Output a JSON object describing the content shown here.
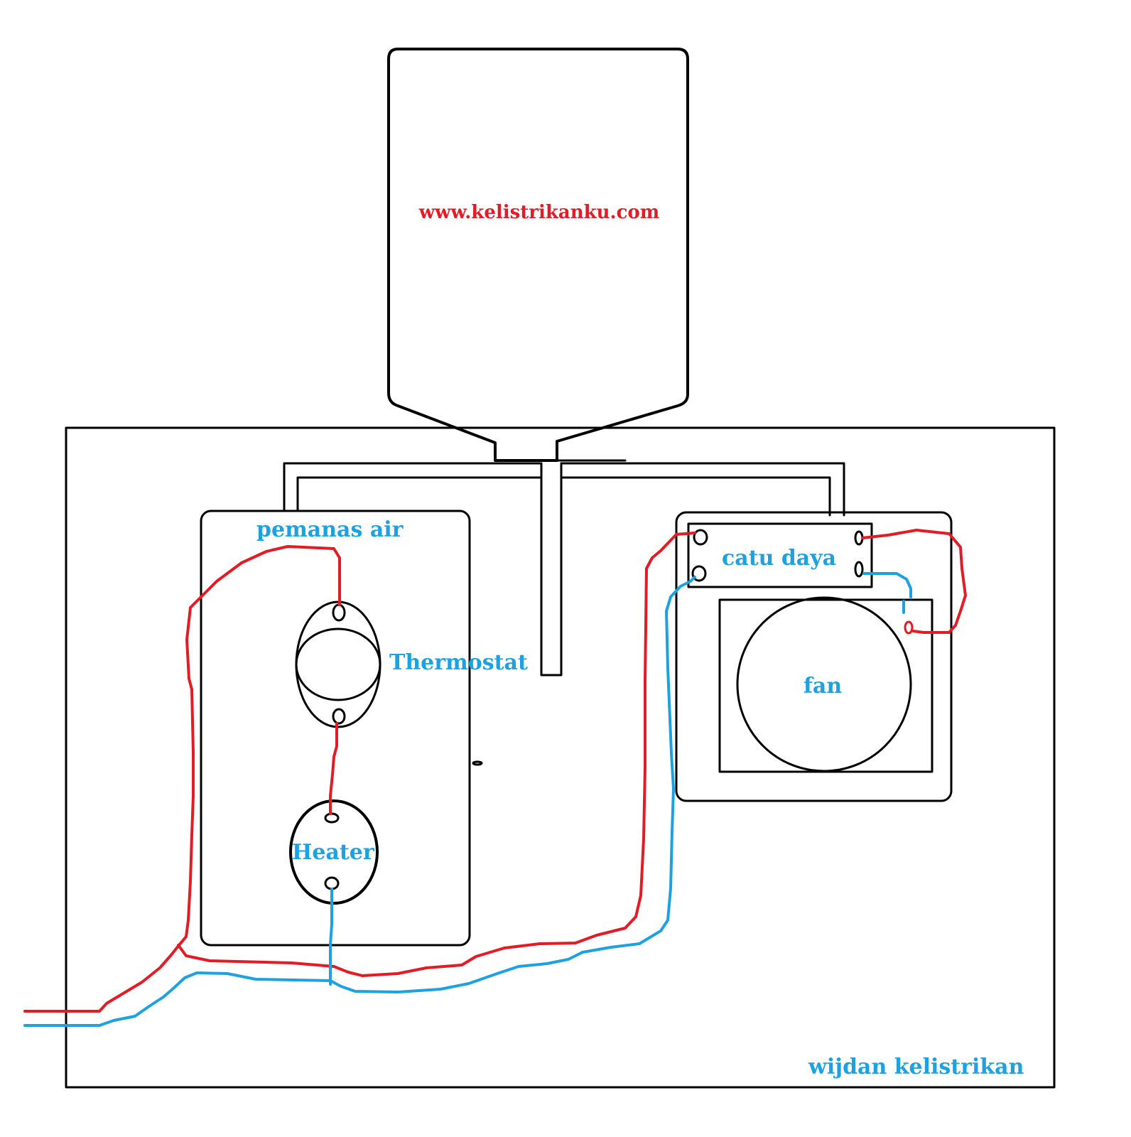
{
  "watermark": "www.kelistrikanku.com",
  "labels": {
    "water_heater": "pemanas air",
    "thermostat": "Thermostat",
    "heater": "Heater",
    "power_supply": "catu daya",
    "fan": "fan",
    "credit": "wijdan kelistrikan"
  },
  "colors": {
    "live_wire": "#e21b24",
    "neutral_wire": "#1da1e0",
    "label_text": "#1da1e0",
    "watermark_text": "#e21b24",
    "outline": "#000000"
  }
}
